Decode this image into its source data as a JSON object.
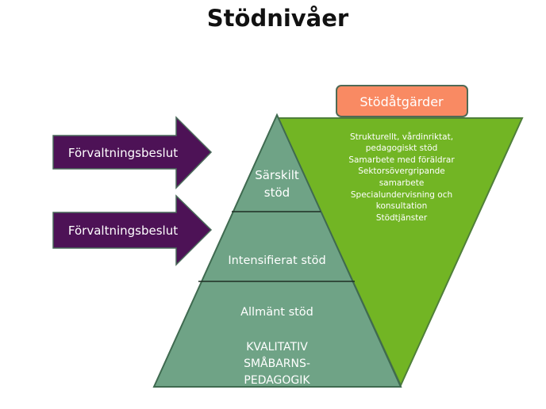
{
  "title": "Stödnivåer",
  "arrows": [
    {
      "label": "Förvaltningsbeslut"
    },
    {
      "label": "Förvaltningsbeslut"
    }
  ],
  "pyramid": {
    "top": [
      "Särskilt",
      "stöd"
    ],
    "middle": "Intensifierat stöd",
    "bottom": "Allmänt stöd",
    "base": [
      "KVALITATIV",
      "SMÅBARNS-",
      "PEDAGOGIK"
    ]
  },
  "measures": {
    "header": "Stödåtgärder",
    "lines": [
      "Strukturellt, vårdinriktat,",
      "pedagogiskt stöd",
      "Samarbete med föräldrar",
      "Sektorsövergripande",
      "samarbete",
      "Specialundervisning och",
      "konsultation",
      "Stödtjänster"
    ]
  },
  "colors": {
    "arrow": "#4d1256",
    "pyramid": "#6fa386",
    "funnel": "#72b524",
    "header": "#f98a63"
  }
}
